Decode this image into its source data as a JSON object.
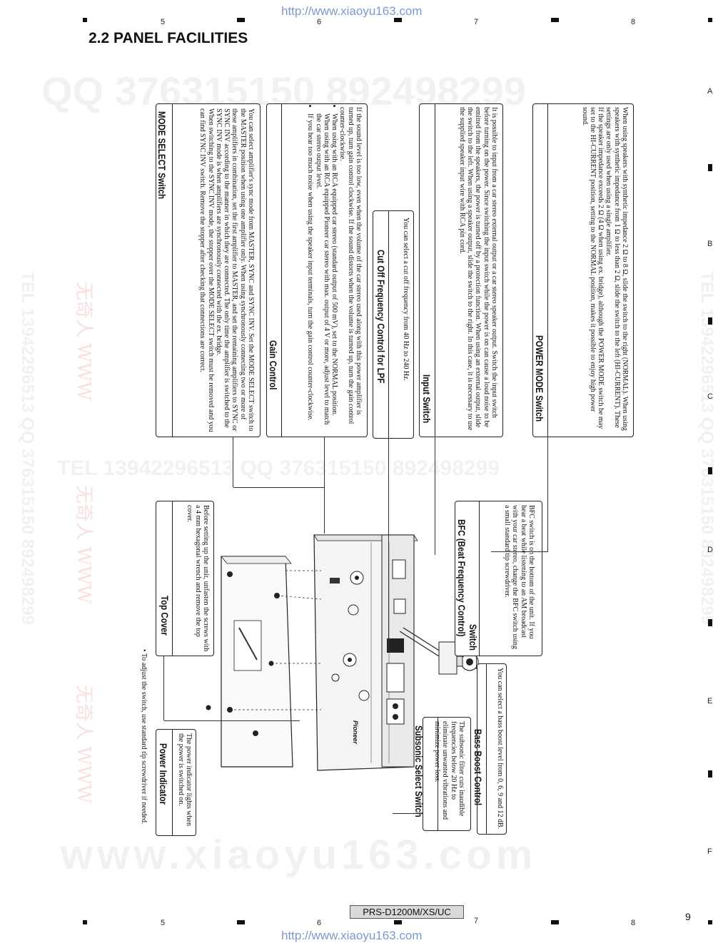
{
  "header_url": "http://www.xiaoyu163.com",
  "footer_url": "http://www.xiaoyu163.com",
  "page_title": "2.2  PANEL FACILITIES",
  "column_numbers_top": [
    "5",
    "6",
    "7",
    "8"
  ],
  "column_numbers_bottom": [
    "5",
    "6",
    "7",
    "8"
  ],
  "row_letters": [
    "A",
    "B",
    "C",
    "D",
    "E",
    "F"
  ],
  "watermarks": {
    "qq_top": "QQ 376315150   892498299",
    "tel_middle": "TEL  13942296513    QQ  376315150  892498299",
    "www_bottom": "www.xiaoyu163.com",
    "rot_left": "TEL  13942296513  QQ  376315150  892498299",
    "rot_right": "TEL  13942296513  QQ  376315150  892498299",
    "red_mark": "无奇人 WWW",
    "red_mark_2": "无奇人 WWW",
    "red_mark_3": "无奇人 WWW"
  },
  "boxes": {
    "mode_select": {
      "heading": "MODE SELECT Switch",
      "text": "You can select amplifier's sync mode from MASTER, SYNC and SYNC INV. Set the MODE SELECT switch to the MASTER position when using one amplifier only. When using synchronously connecting two or more of these amplifiers in combination, set the first amplifier to MASTER, and set the remaining amplifiers to SYNC or SYNC INV according to the manner in which they are connected. The only time the amplifier is switched to the SYNC INV mode is when amplifiers are synchronously connected with the ex. bridge.",
      "text2": "When switching to the SYNC INV mode, the stopper over the MODE SELECT switch must be removed and you can find SYNC INV switch. Remove the stopper after checking that connections are correct."
    },
    "gain_control": {
      "heading": "Gain Control",
      "text": "If the sound level is too low, even when the volume of the car stereo used along with this power amplifier is turned up, turn gain control clockwise. If the sound distorts when the volume is turned up, turn the gain control counter-clockwise.",
      "bullets": [
        "When using with an RCA equipped car stereo (standard output of 500 mV), set to the NORMAL position. When using with an RCA equipped Pioneer car stereo with max. output of 4 V or more, adjust level to match the car stereo output level.",
        "If you hear too much noise when using the speaker input terminals, turn the gain control counter-clockwise."
      ]
    },
    "lpf": {
      "heading": "Cut Off Frequency Control for LPF",
      "text": "You can select a cut off frequency from 40 Hz to 240 Hz."
    },
    "input_switch": {
      "heading": "Input Switch",
      "text": "It is possible to input from a car stereo external output or a car stereo speaker output. Switch the input switch before turning on the power. Since switching the input switch while the power is on can cause a loud noise to be emitted from the speakers, the power is turned off by a protection function. When using an external output, slide the switch to the left. When using a speaker output, slide the switch to the right. In this case, it is necessary to use the supplied speaker input wire with RCA pin cord."
    },
    "power_mode": {
      "heading": "POWER MODE Switch",
      "text": "When using speakers with synthetic impedance 2 Ω to 8 Ω, slide the switch to the right (NORMAL). When using speakers with synthetic impedance from 1 Ω to less than 2 Ω, slide the switch to the left (HI-CURRENT). These settings are only used when using a single amplifier.",
      "text2": "If the speaker impedance exceeds 2 Ω (4 Ω when using ex. bridge), although the POWER MODE switch be may set to the HI-CURRENT position, setting to the NORMAL position, makes it possible to enjoy high power sound."
    },
    "top_cover": {
      "heading": "Top Cover",
      "text": "Before setting up the unit, unfasten the screws with a 4 mm hexagonal wrench and remove the top cover."
    },
    "bfc": {
      "heading_line1": "BFC (Beat Frequency Control)",
      "heading_line2": "Switch",
      "text": "BFC switch is on the bottom of the unit. If you hear a beat while listening to an AM broadcast with your car stereo, change the BFC switch using a small standard tip screwdriver."
    },
    "power_indicator": {
      "heading": "Power Indicator",
      "text": "The power indicator lights when the power is switched on."
    },
    "subsonic": {
      "heading": "Subsonic Select Switch",
      "text": "The subsonic filter cuts inaudible frequencies below 20 Hz to eliminate unwanted vibrations and minimize power loss."
    },
    "bass_boost": {
      "heading": "Bass Boost Control",
      "text": "You can select a bass boost level from 0, 6, 9 and 12 dB."
    }
  },
  "note": "•  To adjust the switch, use standard tip screwdriver if needed.",
  "device_label": "Pioneer",
  "footer_model": "PRS-D1200M/XS/UC",
  "page_number": "9"
}
